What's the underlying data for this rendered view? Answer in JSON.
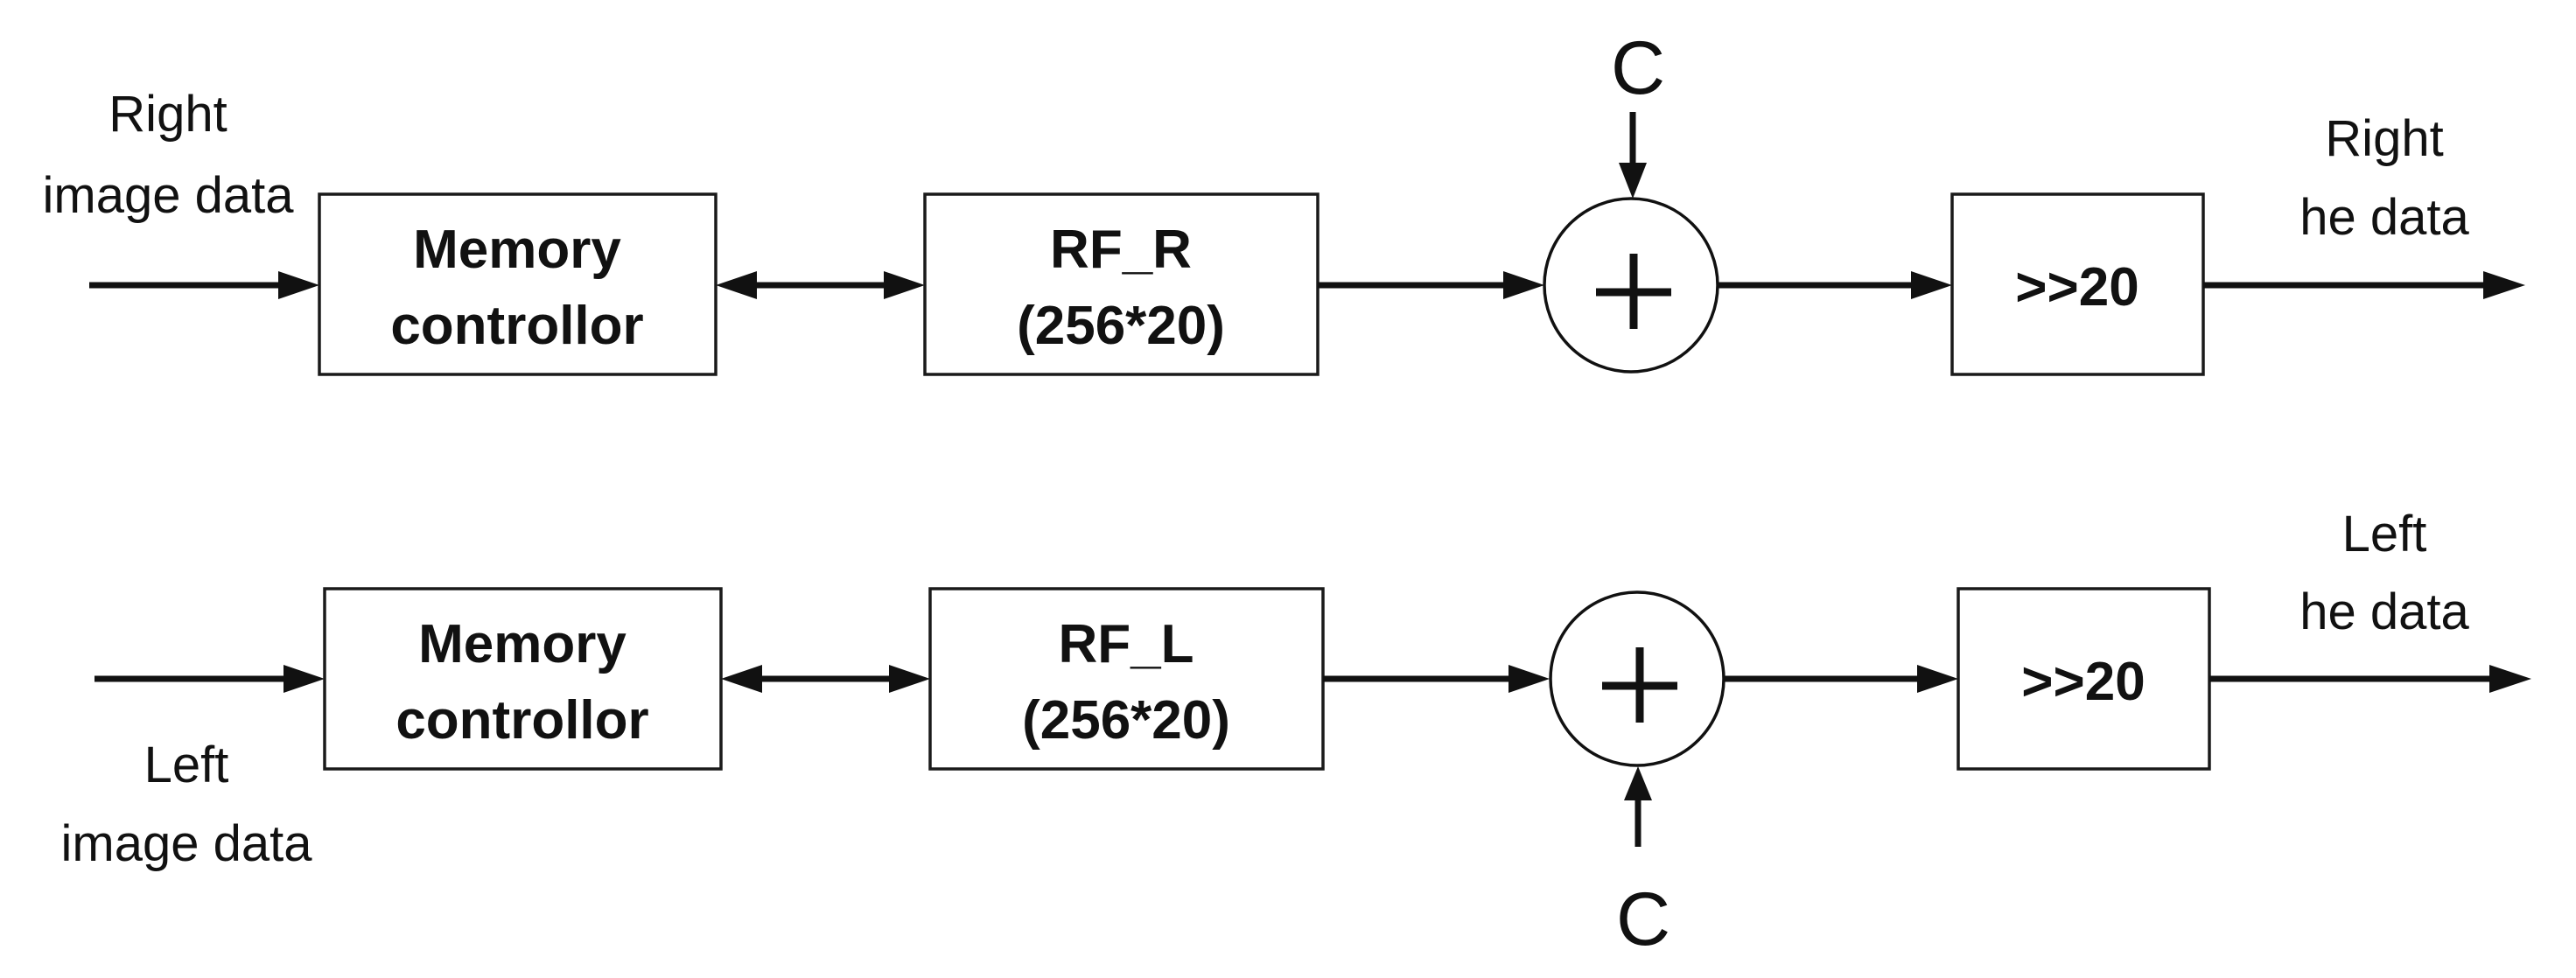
{
  "right_path": {
    "input_label": [
      "Right",
      "image data"
    ],
    "memory_controller": [
      "Memory",
      "controllor"
    ],
    "register_file": [
      "RF_R",
      "(256*20)"
    ],
    "adder_symbol": "+",
    "constant": "C",
    "shift": ">>20",
    "output_label": [
      "Right",
      "he data"
    ]
  },
  "left_path": {
    "input_label": [
      "Left",
      "image data"
    ],
    "memory_controller": [
      "Memory",
      "controllor"
    ],
    "register_file": [
      "RF_L",
      "(256*20)"
    ],
    "adder_symbol": "+",
    "constant": "C",
    "shift": ">>20",
    "output_label": [
      "Left",
      "he data"
    ]
  }
}
